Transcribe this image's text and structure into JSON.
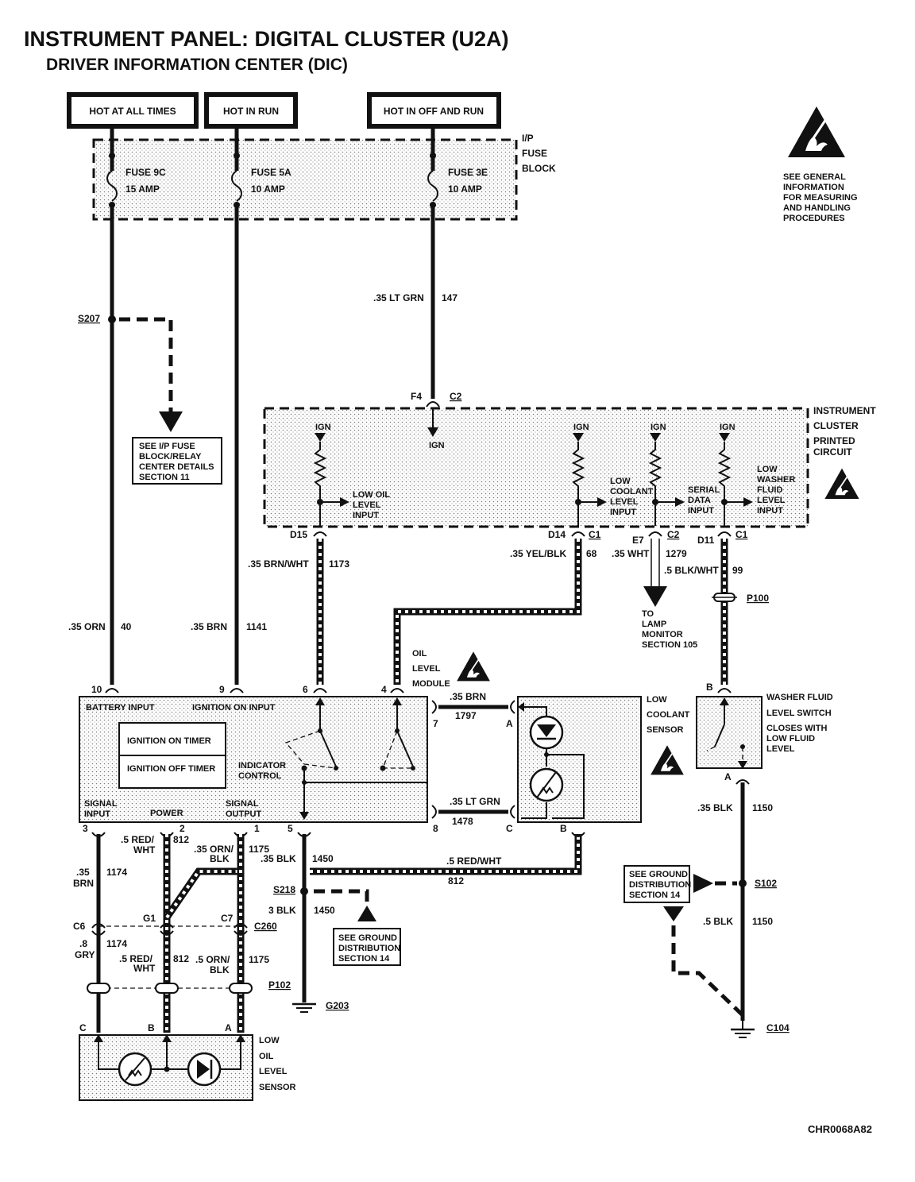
{
  "title": "INSTRUMENT PANEL:  DIGITAL CLUSTER (U2A)",
  "subtitle": "DRIVER INFORMATION CENTER (DIC)",
  "figure_id": "CHR0068A82",
  "power_sources": [
    "HOT AT ALL TIMES",
    "HOT IN RUN",
    "HOT IN OFF AND RUN"
  ],
  "fuse_block": {
    "label": [
      "I/P",
      "FUSE",
      "BLOCK"
    ],
    "fuses": [
      {
        "name": "FUSE 9C",
        "rating": "15 AMP"
      },
      {
        "name": "FUSE 5A",
        "rating": "10 AMP"
      },
      {
        "name": "FUSE 3E",
        "rating": "10 AMP"
      }
    ]
  },
  "esd_note": [
    "SEE GENERAL",
    "INFORMATION",
    "FOR MEASURING",
    "AND HANDLING",
    "PROCEDURES"
  ],
  "splice_s207": "S207",
  "fuse_ref_note": [
    "SEE I/P FUSE",
    "BLOCK/RELAY",
    "CENTER DETAILS",
    "SECTION 11"
  ],
  "wires": {
    "w147": {
      "gauge": ".35 LT GRN",
      "circuit": "147"
    },
    "w40": {
      "gauge": ".35 ORN",
      "circuit": "40"
    },
    "w1141": {
      "gauge": ".35 BRN",
      "circuit": "1141"
    },
    "w1173": {
      "gauge": ".35 BRN/WHT",
      "circuit": "1173"
    },
    "w68": {
      "gauge": ".35 YEL/BLK",
      "circuit": "68"
    },
    "w1279_gauge": ".35 WHT",
    "w1279_circuit": "1279",
    "w99": {
      "gauge": ".5 BLK/WHT",
      "circuit": "99"
    },
    "w1797": {
      "gauge": ".35 BRN",
      "circuit": "1797"
    },
    "w1478": {
      "gauge": ".35 LT GRN",
      "circuit": "1478"
    },
    "w1150a": {
      "gauge": ".35 BLK",
      "circuit": "1150"
    },
    "w1150b": {
      "gauge": ".5 BLK",
      "circuit": "1150"
    },
    "w1174a_gauge": [
      ".35",
      "BRN"
    ],
    "w1174a_circuit": "1174",
    "w812a_gauge": [
      ".5 RED/",
      "WHT"
    ],
    "w812a_circuit": "812",
    "w1175a_gauge": [
      ".35 ORN/",
      "BLK"
    ],
    "w1175a_circuit": "1175",
    "w1450a": {
      "gauge": ".35 BLK",
      "circuit": "1450"
    },
    "w812b": {
      "gauge": ".5 RED/WHT",
      "circuit": "812"
    },
    "w1450b": {
      "gauge": "3 BLK",
      "circuit": "1450"
    },
    "w1174b_gauge": [
      ".8",
      "GRY"
    ],
    "w1174b_circuit": "1174",
    "w812c_gauge": [
      ".5 RED/",
      "WHT"
    ],
    "w812c_circuit": "812",
    "w1175b_gauge": [
      ".5 ORN/",
      "BLK"
    ],
    "w1175b_circuit": "1175"
  },
  "connectors": {
    "c2_top": "C2",
    "f4": "F4",
    "d15": "D15",
    "d14": "D14",
    "c1a": "C1",
    "e7": "E7",
    "c2b": "C2",
    "d11": "D11",
    "c1b": "C1",
    "p100": "P100",
    "p102": "P102",
    "c6": "C6",
    "g1": "G1",
    "c7": "C7",
    "c260": "C260",
    "s218": "S218",
    "s102": "S102",
    "g203": "G203",
    "c104": "C104"
  },
  "cluster": {
    "label": [
      "INSTRUMENT",
      "CLUSTER",
      "PRINTED",
      "CIRCUIT"
    ],
    "ign": "IGN",
    "inputs": {
      "low_oil": [
        "LOW OIL",
        "LEVEL",
        "INPUT"
      ],
      "low_coolant": [
        "LOW",
        "COOLANT",
        "LEVEL",
        "INPUT"
      ],
      "serial": [
        "SERIAL",
        "DATA",
        "INPUT"
      ],
      "washer": [
        "LOW",
        "WASHER",
        "FLUID",
        "LEVEL",
        "INPUT"
      ]
    }
  },
  "lamp_monitor_note": [
    "TO",
    "LAMP",
    "MONITOR",
    "SECTION 105"
  ],
  "oil_module": {
    "label": [
      "OIL",
      "LEVEL",
      "MODULE"
    ],
    "battery_input": "BATTERY INPUT",
    "ignition_on_input": "IGNITION ON INPUT",
    "timer_on": "IGNITION ON TIMER",
    "timer_off": "IGNITION OFF TIMER",
    "indicator": [
      "INDICATOR",
      "CONTROL"
    ],
    "signal_input": [
      "SIGNAL",
      "INPUT"
    ],
    "power": "POWER",
    "signal_output": [
      "SIGNAL",
      "OUTPUT"
    ],
    "pins": {
      "p10": "10",
      "p9": "9",
      "p6": "6",
      "p4": "4",
      "p7": "7",
      "p8": "8",
      "p3": "3",
      "p2": "2",
      "p1": "1",
      "p5": "5"
    }
  },
  "coolant_sensor": {
    "label": [
      "LOW",
      "COOLANT",
      "SENSOR"
    ],
    "pins": {
      "a": "A",
      "c": "C",
      "b": "B"
    }
  },
  "washer_switch": {
    "label": [
      "WASHER FLUID",
      "LEVEL SWITCH",
      "CLOSES WITH",
      "LOW FLUID",
      "LEVEL"
    ],
    "pins": {
      "b": "B",
      "a": "A"
    }
  },
  "oil_sensor": {
    "label": [
      "LOW",
      "OIL",
      "LEVEL",
      "SENSOR"
    ],
    "pins": {
      "c": "C",
      "b": "B",
      "a": "A"
    }
  },
  "ground_note_a": [
    "SEE GROUND",
    "DISTRIBUTION",
    "SECTION 14"
  ],
  "ground_note_b": [
    "SEE GROUND",
    "DISTRIBUTION",
    "SECTION 14"
  ]
}
